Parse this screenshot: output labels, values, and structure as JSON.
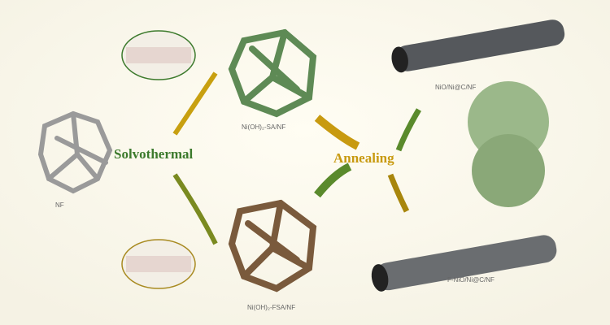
{
  "labels": {
    "nf": "NF",
    "sa": "Ni(OH)₂-SA/NF",
    "fsa": "Ni(OH)₂-FSA/NF",
    "nio": "NiO/Ni@C/NF",
    "fnio": "F-NiO/Ni@C/NF"
  },
  "processes": {
    "solvothermal": "Solvothermal",
    "annealing": "Annealing"
  },
  "colors": {
    "solvothermal": "#3c7a2c",
    "annealing": "#c89a10",
    "green_foam": "#5e8a55",
    "brown_foam": "#7a5a3c"
  }
}
